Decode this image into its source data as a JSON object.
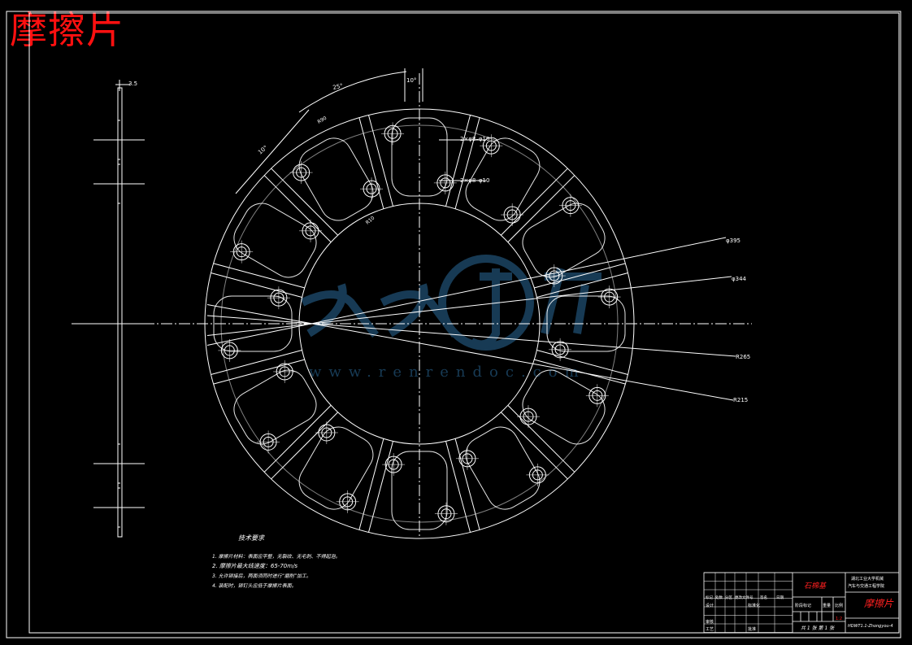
{
  "title": "摩擦片",
  "watermark": {
    "text": "www.renrendoc.com"
  },
  "colors": {
    "background": "#000000",
    "lines": "#ffffff",
    "title": "#ff1010",
    "watermark": "#2a6a9a"
  },
  "dimensions": {
    "thickness": "3.5",
    "angle_outer": "25°",
    "angle_small": "10°",
    "angle_left": "10°",
    "r_slot": "R90",
    "r_inner_slot": "R10",
    "hole_upper": "2×φ8–φ10",
    "hole_lower": "2×φ8–φ10",
    "d1": "φ395",
    "d2": "φ344",
    "d3": "R265",
    "d4": "R215"
  },
  "notes": {
    "heading": "技术要求",
    "items": [
      "1. 摩擦片材料：表面应平整，无裂纹、无毛刺、不得起泡。",
      "2. 摩擦片最大线速度：65-70m/s",
      "3. 允许铆接后，两面须同时进行“磨削”加工。",
      "4. 装配时，铆钉头应低于摩擦片表面。"
    ]
  },
  "title_block": {
    "part_name": "摩擦片",
    "material": "石棉基",
    "school": "湖北工业大学机械",
    "dept": "汽车与交通工程学院",
    "drawing_no": "HDWT1.1-Zhongyou-4",
    "sheet_info": "共 1 张  第 1 张",
    "scale": "1:2",
    "row_labels": [
      "标记",
      "处数",
      "分区",
      "更改文件号",
      "签名",
      "日期"
    ],
    "role_design": "设计",
    "role_check": "审核",
    "role_process": "工艺",
    "std": "标准化",
    "stage_label": "阶段标记",
    "weight_label": "重量",
    "scale_label": "比例",
    "approve": "批准"
  }
}
